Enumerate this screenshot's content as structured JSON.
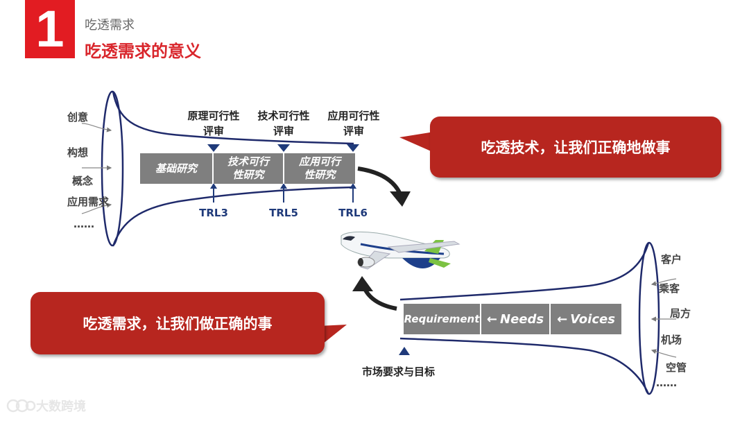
{
  "header": {
    "number": "1",
    "subtitle": "吃透需求",
    "title": "吃透需求的意义"
  },
  "tech_funnel": {
    "inputs": [
      "创意",
      "构想",
      "概念",
      "应用需求",
      "……"
    ],
    "reviews": [
      {
        "line1": "原理可行性",
        "line2": "评审"
      },
      {
        "line1": "技术可行性",
        "line2": "评审"
      },
      {
        "line1": "应用可行性",
        "line2": "评审"
      }
    ],
    "stages": [
      {
        "line1": "基础研究",
        "line2": ""
      },
      {
        "line1": "技术可行",
        "line2": "性研究"
      },
      {
        "line1": "应用可行",
        "line2": "性研究"
      }
    ],
    "trl": [
      "TRL3",
      "TRL5",
      "TRL6"
    ]
  },
  "demand_funnel": {
    "inputs": [
      "客户",
      "乘客",
      "局方",
      "机场",
      "空管",
      "……"
    ],
    "stages": [
      "Requirement",
      "Needs",
      "Voices"
    ],
    "arrow": "←",
    "market_label": "市场要求与目标"
  },
  "callouts": {
    "tech": "吃透技术，让我们正确地做事",
    "demand": "吃透需求，让我们做正确的事"
  },
  "watermark": "大数跨境",
  "colors": {
    "accent_red": "#e21c22",
    "callout_red": "#b7261f",
    "funnel_navy": "#1f2a6b",
    "bar_gray": "#7f7f7f"
  }
}
